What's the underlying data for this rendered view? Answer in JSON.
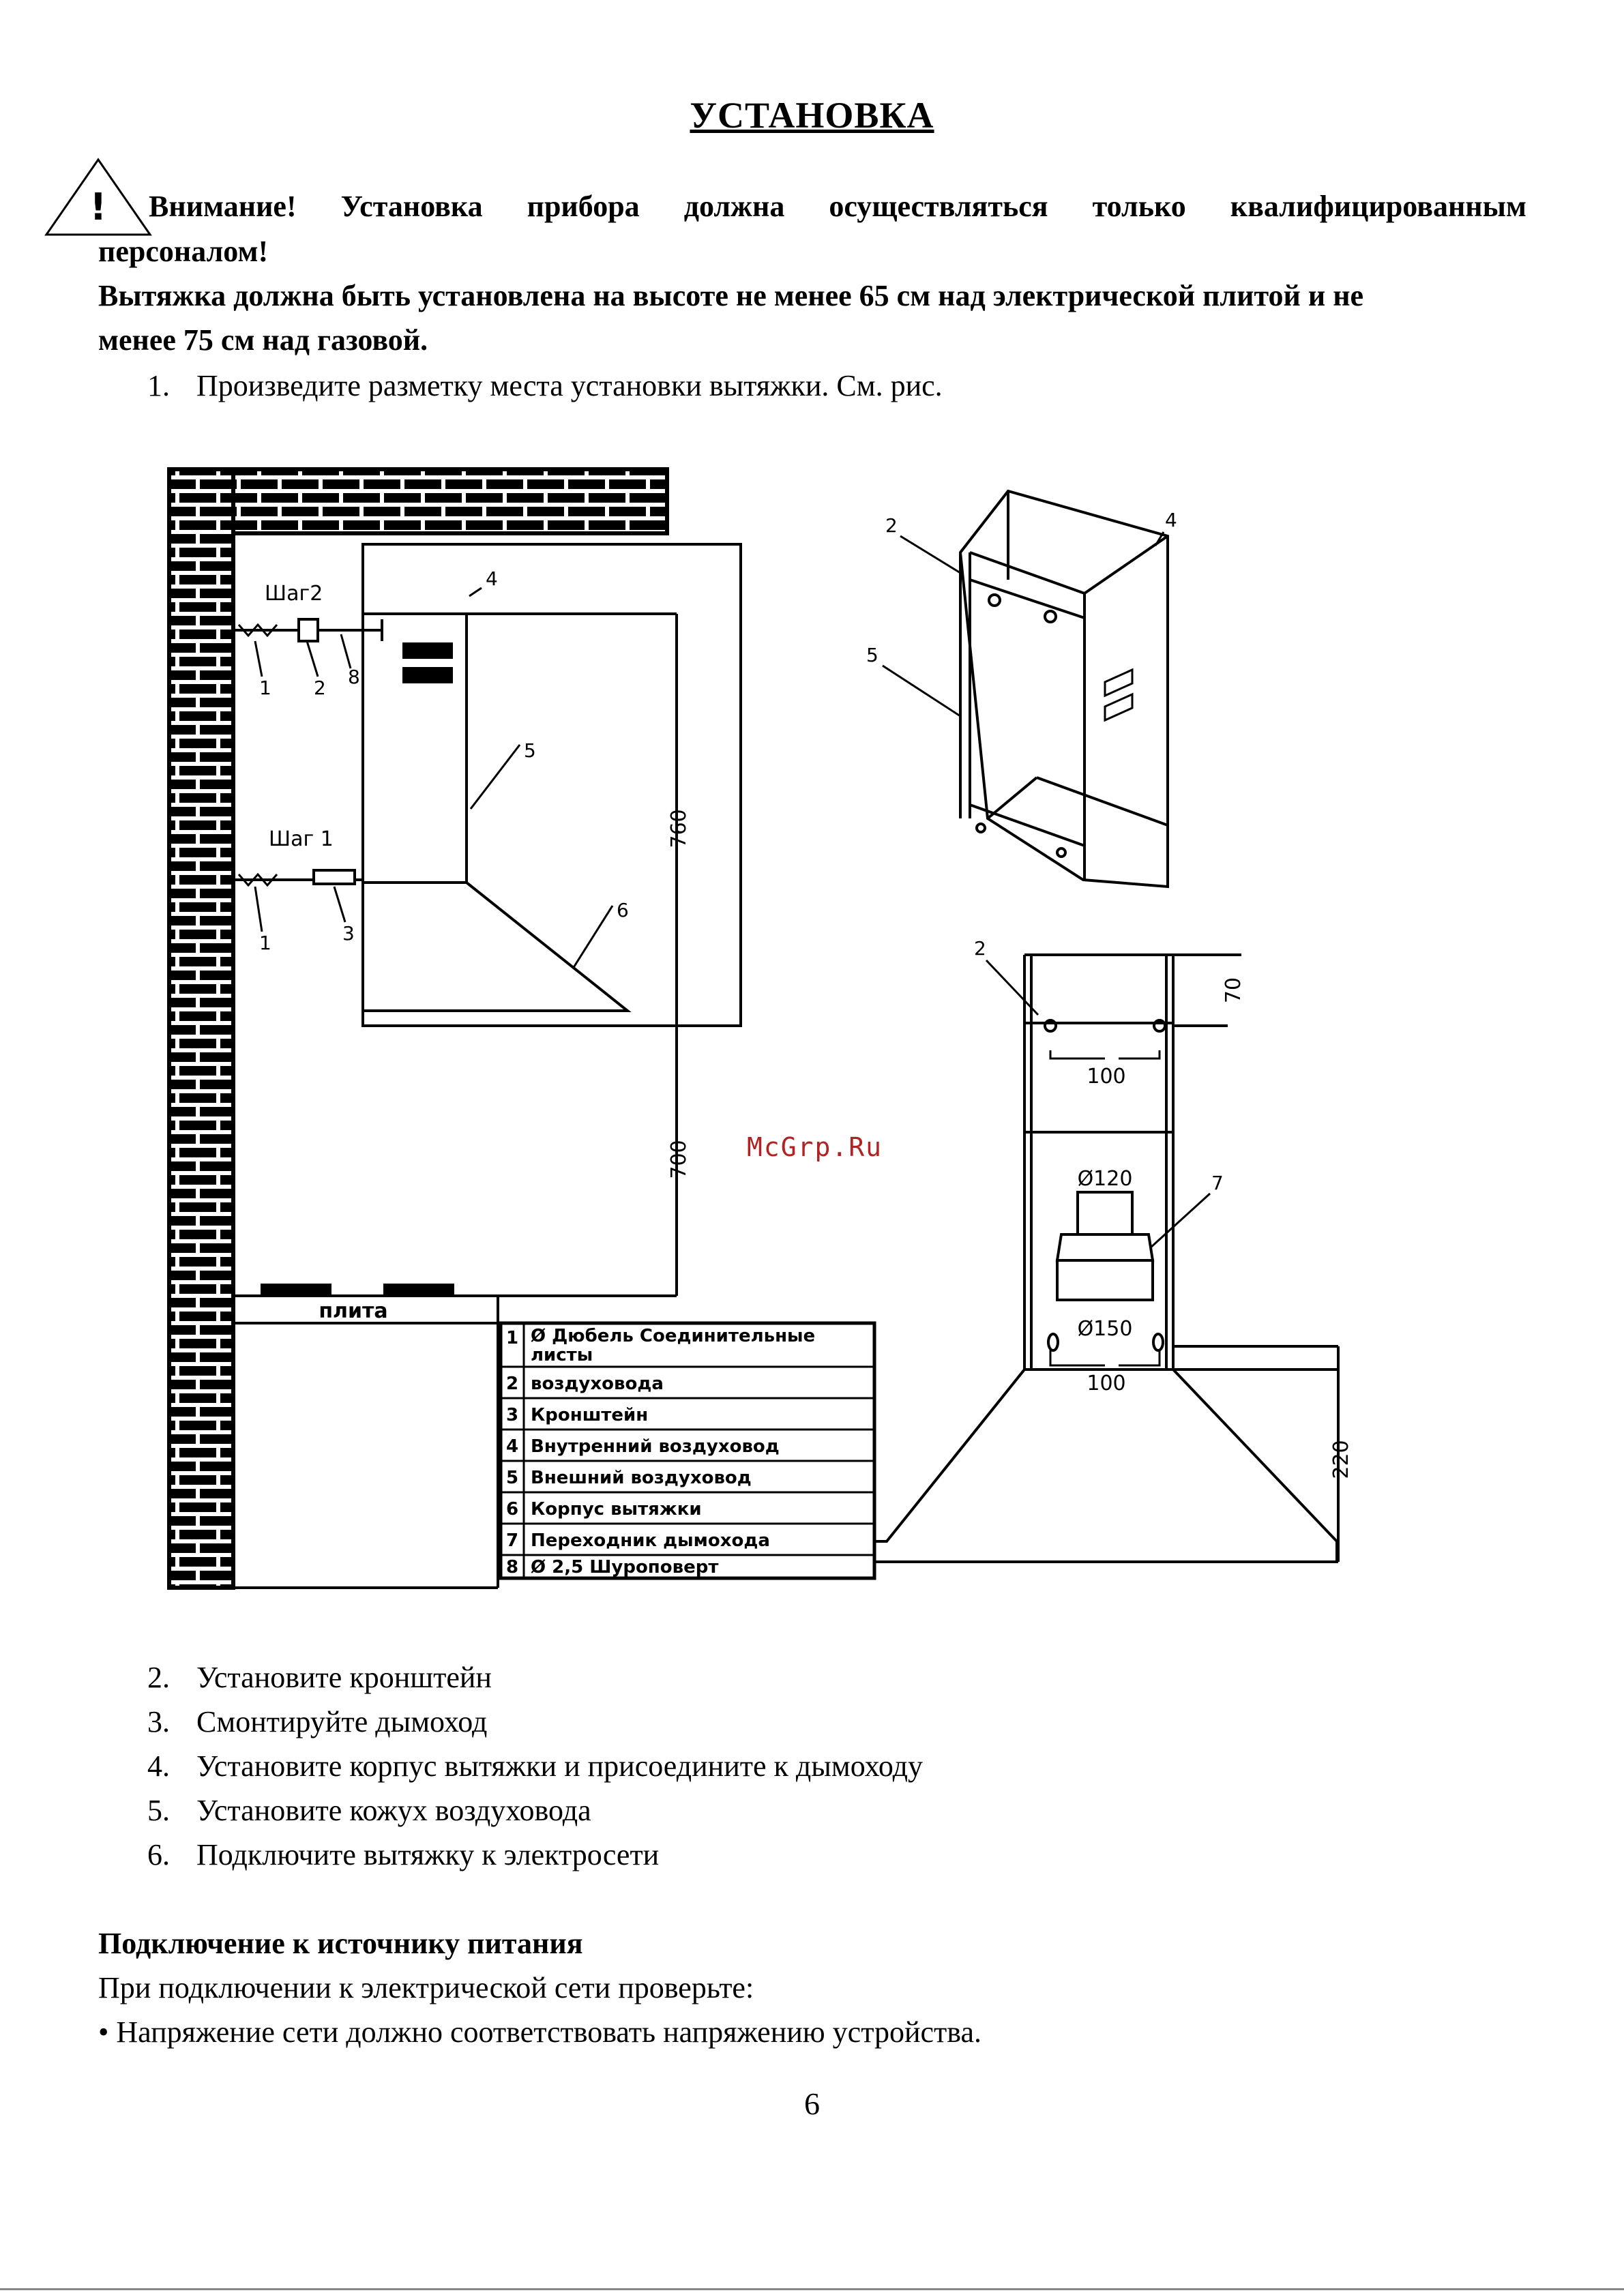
{
  "title": "УСТАНОВКА",
  "warning": {
    "icon": "warning-triangle-icon",
    "icon_glyph": "!",
    "line1": "Внимание! Установка прибора должна осуществляться только квалифицированным",
    "line2": "персоналом!"
  },
  "height_note": {
    "line1": "Вытяжка должна быть установлена на высоте не менее 65 см над электрической плитой и не",
    "line2": "менее 75 см над газовой."
  },
  "step1": {
    "num": "1.",
    "text": "Произведите разметку места установки вытяжки. См. рис."
  },
  "diagram": {
    "step2_label": "Шаг2",
    "step1_label": "Шаг 1",
    "stove_label": "плита",
    "dim_760": "760",
    "dim_700": "700",
    "dim_70": "70",
    "dim_100_top": "100",
    "dim_100_bottom": "100",
    "dim_220": "220",
    "dim_d120": "Ø120",
    "dim_d150": "Ø150",
    "callouts": {
      "n1": "1",
      "n2": "2",
      "n3": "3",
      "n4": "4",
      "n5": "5",
      "n6": "6",
      "n7": "7",
      "n8": "8"
    },
    "legend": [
      {
        "num": "1",
        "text": "Ø Дюбель Соединительные",
        "text2": "листы"
      },
      {
        "num": "2",
        "text": "воздуховода"
      },
      {
        "num": "3",
        "text": "Кронштейн"
      },
      {
        "num": "4",
        "text": "Внутренний воздуховод"
      },
      {
        "num": "5",
        "text": "Внешний воздуховод"
      },
      {
        "num": "6",
        "text": "Корпус вытяжки"
      },
      {
        "num": "7",
        "text": "Переходник дымохода"
      },
      {
        "num": "8",
        "text": "Ø 2,5 Шуроповерт"
      }
    ]
  },
  "watermark": "McGrp.Ru",
  "steps": [
    {
      "num": "2.",
      "text": "Установите кронштейн"
    },
    {
      "num": "3.",
      "text": "Смонтируйте дымоход"
    },
    {
      "num": "4.",
      "text": "Установите корпус вытяжки и присоедините к дымоходу"
    },
    {
      "num": "5.",
      "text": "Установите кожух воздуховода"
    },
    {
      "num": "6.",
      "text": "Подключите вытяжку к электросети"
    }
  ],
  "power": {
    "heading": "Подключение к источнику питания",
    "intro": "При подключении к электрической сети проверьте:",
    "bullet": "• Напряжение сети должно соответствовать напряжению устройства."
  },
  "page_number": "6"
}
